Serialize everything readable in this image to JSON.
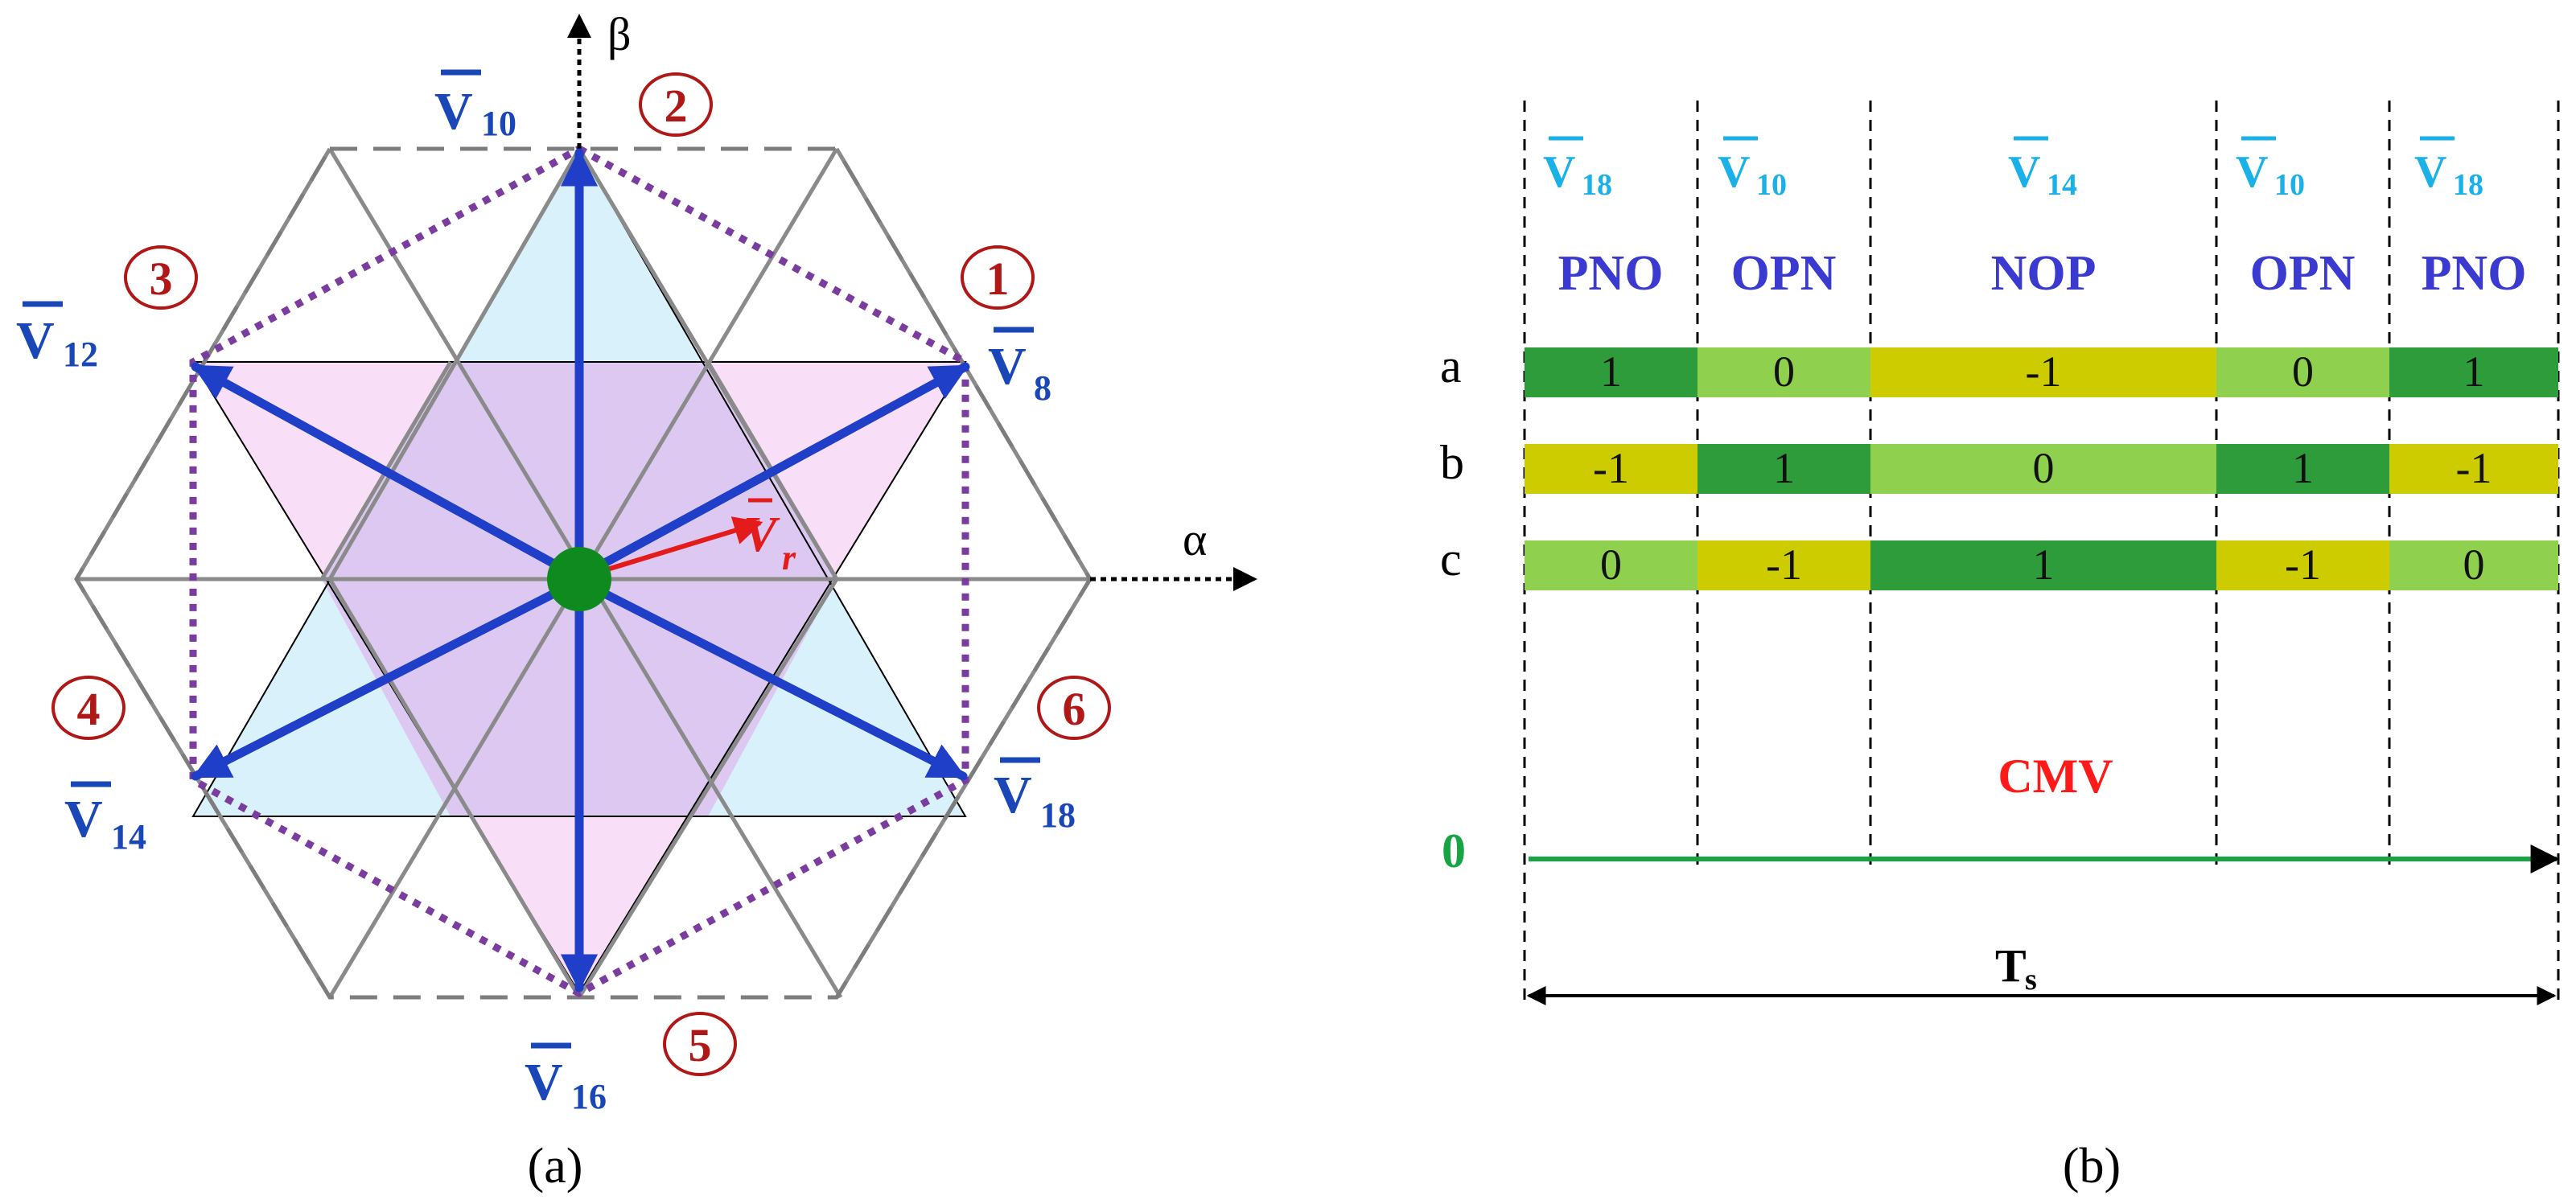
{
  "colors": {
    "vector_blue": "#1f3fc8",
    "vector_label_blue": "#1a47b8",
    "sector_red": "#b01717",
    "reference_red": "#e31b1b",
    "origin_green": "#0f8a1e",
    "outer_dashed_gray": "#7d7d7d",
    "inner_gray": "#8a8a8a",
    "purple_dotted": "#7a3c9e",
    "fill_blue": "#d9f1fb",
    "fill_pink": "#f7d8f4",
    "cyan_label": "#1ab0e8",
    "state_label_blue": "#3a3ad0",
    "level_1": "#2e9c3a",
    "level_0": "#8fd14f",
    "level_neg1": "#cccc00",
    "cmv_red": "#ff1a1a",
    "zero_green": "#17a542"
  },
  "panel_a": {
    "caption": "(a)",
    "alpha_label": "α",
    "beta_label": "β",
    "reference_vector": {
      "symbol": "V",
      "subscript": "r"
    },
    "vectors": [
      {
        "symbol": "V",
        "subscript": "8"
      },
      {
        "symbol": "V",
        "subscript": "10"
      },
      {
        "symbol": "V",
        "subscript": "12"
      },
      {
        "symbol": "V",
        "subscript": "14"
      },
      {
        "symbol": "V",
        "subscript": "16"
      },
      {
        "symbol": "V",
        "subscript": "18"
      }
    ],
    "sectors": [
      "1",
      "2",
      "3",
      "4",
      "5",
      "6"
    ]
  },
  "panel_b": {
    "caption": "(b)",
    "columns": [
      {
        "vector_symbol": "V",
        "vector_subscript": "18",
        "state": "PNO"
      },
      {
        "vector_symbol": "V",
        "vector_subscript": "10",
        "state": "OPN"
      },
      {
        "vector_symbol": "V",
        "vector_subscript": "14",
        "state": "NOP"
      },
      {
        "vector_symbol": "V",
        "vector_subscript": "10",
        "state": "OPN"
      },
      {
        "vector_symbol": "V",
        "vector_subscript": "18",
        "state": "PNO"
      }
    ],
    "phases": [
      {
        "name": "a",
        "levels": [
          "1",
          "0",
          "-1",
          "0",
          "1"
        ]
      },
      {
        "name": "b",
        "levels": [
          "-1",
          "1",
          "0",
          "1",
          "-1"
        ]
      },
      {
        "name": "c",
        "levels": [
          "0",
          "-1",
          "1",
          "-1",
          "0"
        ]
      }
    ],
    "cmv_label": "CMV",
    "cmv_level_label": "0",
    "period_label": {
      "symbol": "T",
      "subscript": "s"
    }
  }
}
